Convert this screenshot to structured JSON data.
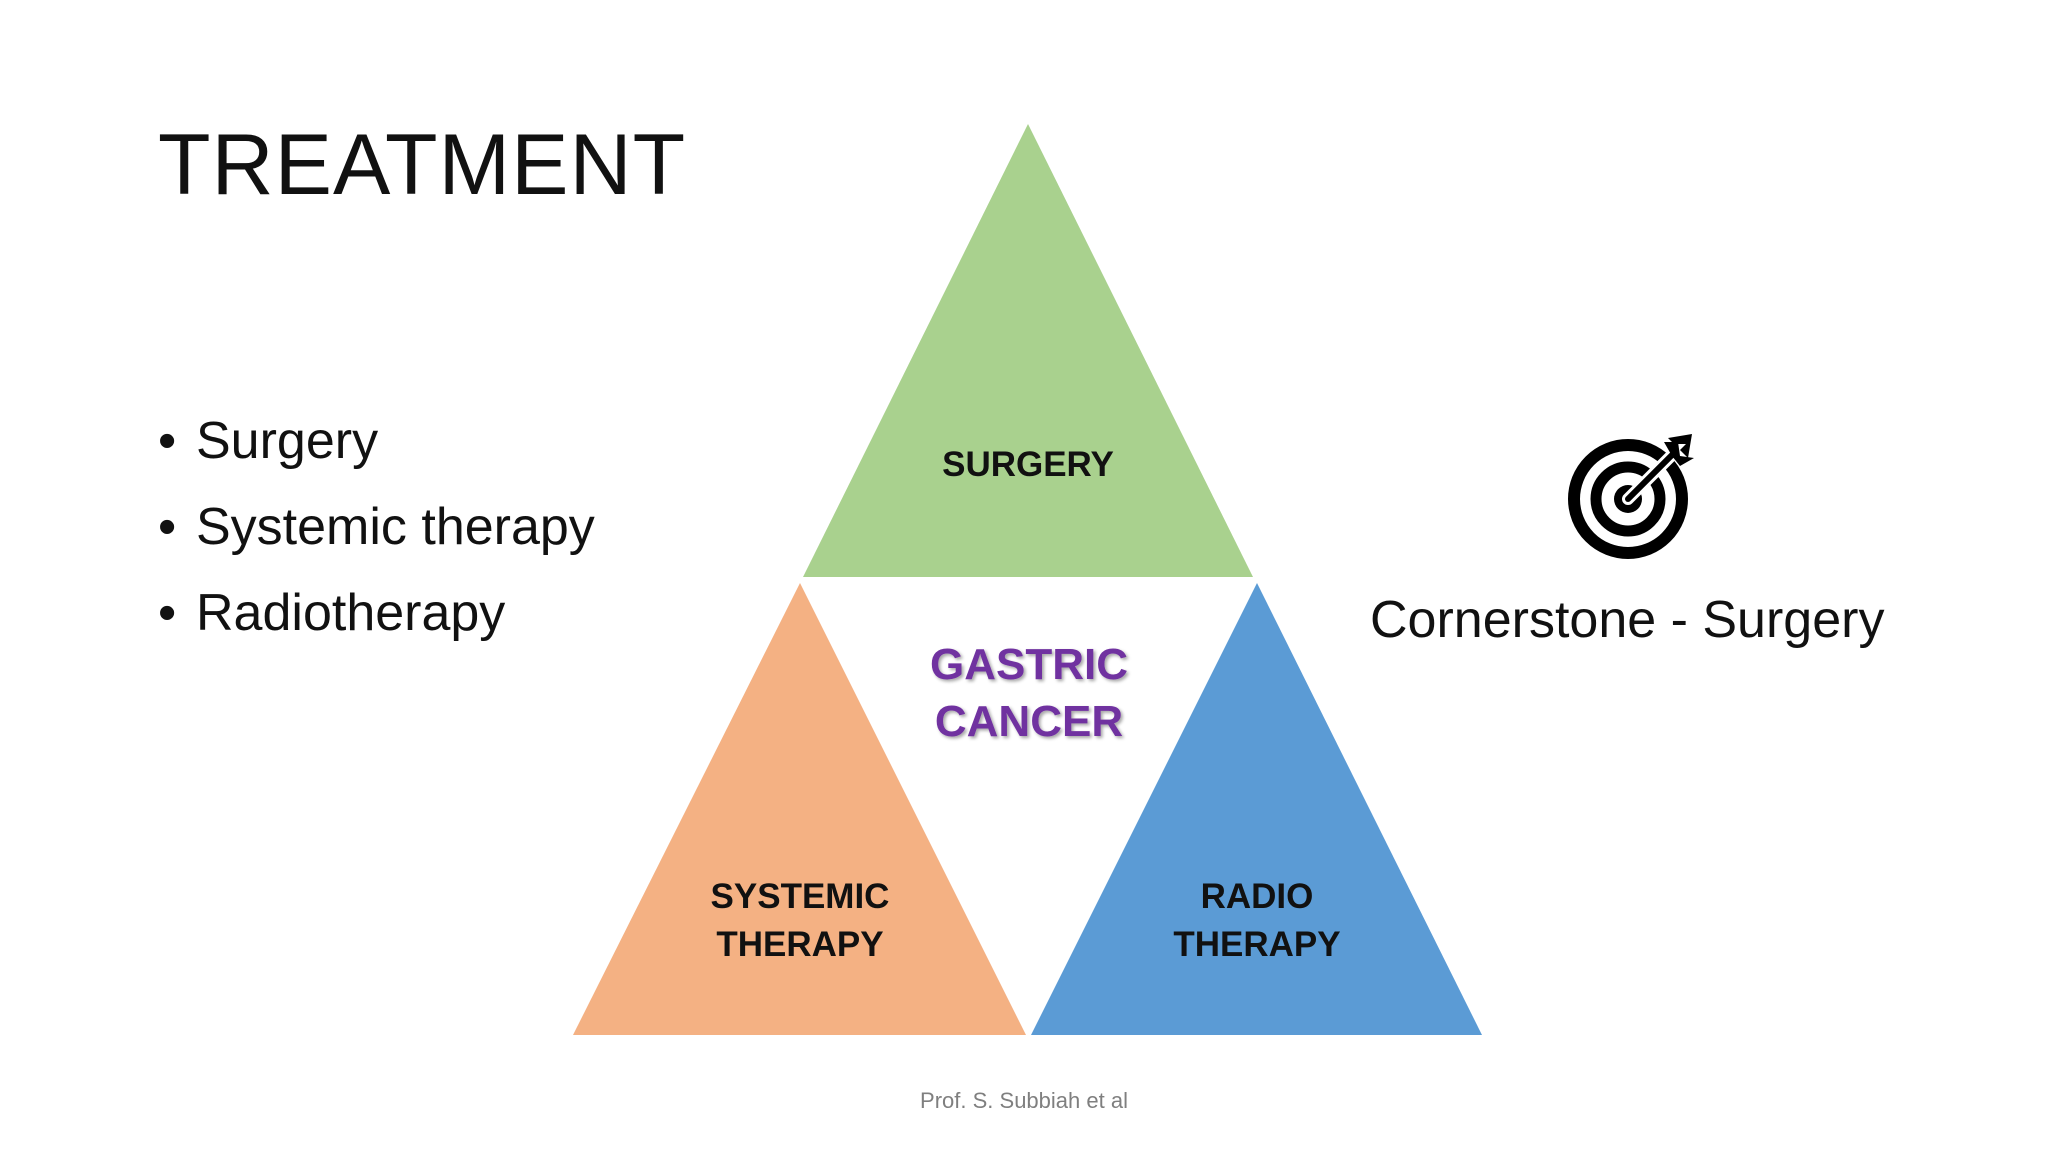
{
  "slide": {
    "title": "TREATMENT",
    "bullet_marker": "•",
    "bullets": [
      {
        "label": "Surgery"
      },
      {
        "label": "Systemic therapy"
      },
      {
        "label": "Radiotherapy"
      }
    ],
    "diagram": {
      "top": {
        "label": "SURGERY",
        "color": "#a9d18e"
      },
      "bottom_left": {
        "label_line1": "SYSTEMIC",
        "label_line2": "THERAPY",
        "color": "#f4b183"
      },
      "bottom_right": {
        "label_line1": "RADIO",
        "label_line2": "THERAPY",
        "color": "#5b9bd5"
      },
      "center": {
        "label_line1": "GASTRIC",
        "label_line2": "CANCER",
        "color": "#7030a0"
      }
    },
    "icon": "target-with-arrow-icon",
    "cornerstone_text": "Cornerstone - Surgery",
    "footer": "Prof. S. Subbiah et al"
  }
}
